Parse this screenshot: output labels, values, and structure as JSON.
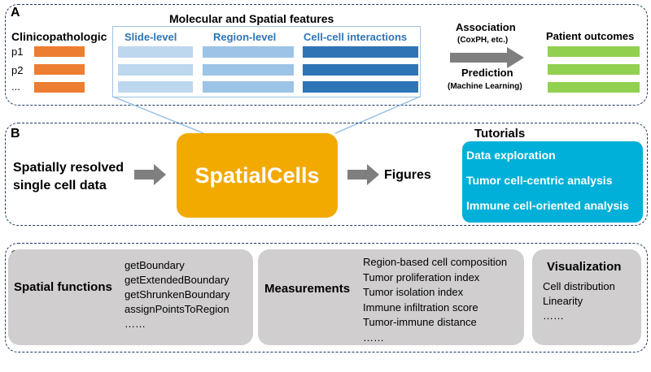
{
  "panel_a": {
    "letter": "A",
    "clinico_title": "Clinicopathologic",
    "rows": [
      "p1",
      "p2",
      "..."
    ],
    "features_title": "Molecular and Spatial features",
    "col_slide": "Slide-level",
    "col_region": "Region-level",
    "col_cell": "Cell-cell interactions",
    "association": "Association",
    "association_sub": "(CoxPH, etc.)",
    "prediction": "Prediction",
    "prediction_sub": "(Machine Learning)",
    "outcomes": "Patient outcomes"
  },
  "panel_b": {
    "letter": "B",
    "input_line1": "Spatially resolved",
    "input_line2": "single cell data",
    "center": "SpatialCells",
    "output": "Figures",
    "tutorials_title": "Tutorials",
    "tutorials": [
      "Data exploration",
      "Tumor cell-centric analysis",
      "Immune cell-oriented analysis"
    ]
  },
  "panel_c": {
    "letter": "C",
    "spatial_title": "Spatial functions",
    "spatial_items": [
      "getBoundary",
      "getExtendedBoundary",
      "getShrunkenBoundary",
      "assignPointsToRegion",
      "……"
    ],
    "measure_title": "Measurements",
    "measure_items": [
      "Region-based cell composition",
      "Tumor proliferation index",
      "Tumor isolation index",
      "Immune infiltration score",
      "Tumor-immune distance",
      "……"
    ],
    "vis_title": "Visualization",
    "vis_items": [
      "Cell distribution",
      "Linearity",
      "……"
    ]
  },
  "colors": {
    "orange": "#ed7d31",
    "green": "#92d050",
    "light_blue": "#bdd7ee",
    "mid_blue": "#9dc3e6",
    "dark_blue": "#2e75b6",
    "spatialcells_box": "#f2a900",
    "tutorials_box": "#00b0d8",
    "grey_box": "#d0cece",
    "dashed_border": "#1f3864"
  }
}
